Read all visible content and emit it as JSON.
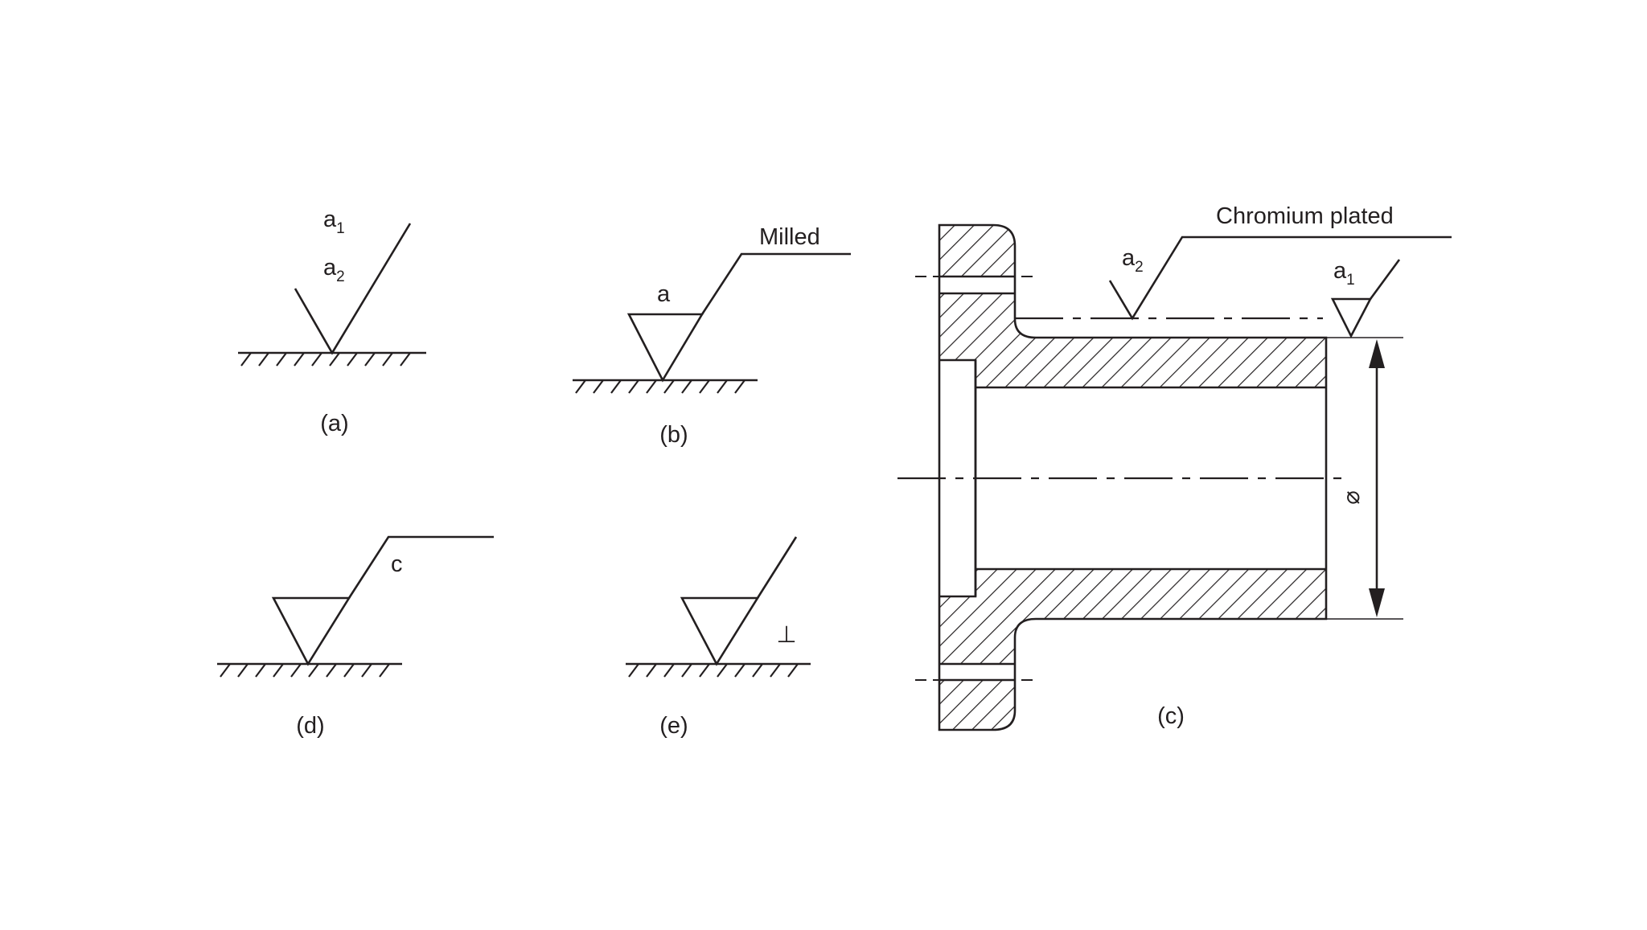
{
  "figure": {
    "a": {
      "caption": "(a)",
      "label_top": "a",
      "label_top_sub": "1",
      "label_bottom": "a",
      "label_bottom_sub": "2"
    },
    "b": {
      "caption": "(b)",
      "label": "a",
      "note": "Milled"
    },
    "d": {
      "caption": "(d)",
      "label": "c"
    },
    "e": {
      "caption": "(e)",
      "lay_symbol": "⊥"
    },
    "c": {
      "caption": "(c)",
      "note": "Chromium plated",
      "label_a2": "a",
      "label_a2_sub": "2",
      "label_a1": "a",
      "label_a1_sub": "1",
      "diameter_symbol": "⌀"
    }
  },
  "colors": {
    "ink": "#231f20",
    "background": "#ffffff"
  }
}
